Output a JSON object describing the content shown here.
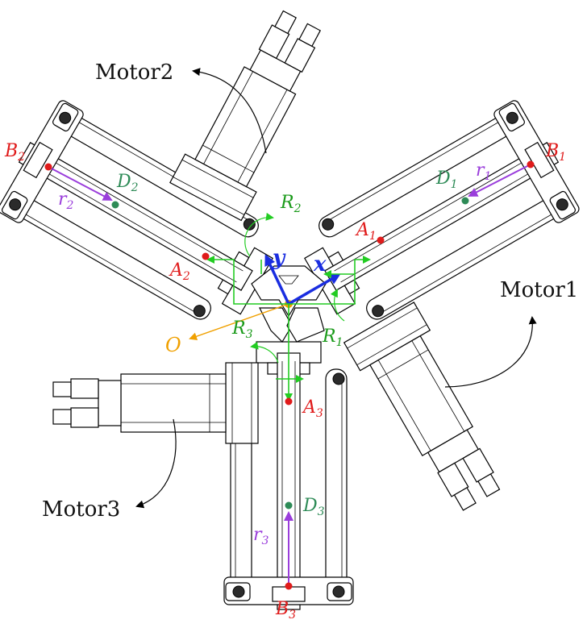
{
  "labels": {
    "motor1": "Motor1",
    "motor2": "Motor2",
    "motor3": "Motor3",
    "B1": "B",
    "B1_sub": "1",
    "B2": "B",
    "B2_sub": "2",
    "B3": "B",
    "B3_sub": "3",
    "A1": "A",
    "A1_sub": "1",
    "A2": "A",
    "A2_sub": "2",
    "A3": "A",
    "A3_sub": "3",
    "D1": "D",
    "D1_sub": "1",
    "D2": "D",
    "D2_sub": "2",
    "D3": "D",
    "D3_sub": "3",
    "R1": "R",
    "R1_sub": "1",
    "R2": "R",
    "R2_sub": "2",
    "R3": "R",
    "R3_sub": "3",
    "r1": "r",
    "r1_sub": "1",
    "r2": "r",
    "r2_sub": "2",
    "r3": "r",
    "r3_sub": "3",
    "x": "x",
    "y": "y",
    "O": "O"
  },
  "colors": {
    "point_B_A": "#e01b1b",
    "point_D": "#2e8b57",
    "vector_R": "#22cc22",
    "vector_r": "#9a3ddb",
    "axes": "#1a2de0",
    "origin": "#f0a000"
  }
}
